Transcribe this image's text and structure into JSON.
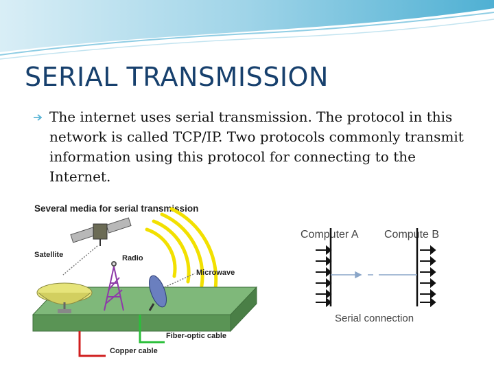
{
  "slide": {
    "title": "SERIAL TRANSMISSION",
    "bullet": "The internet  uses serial transmission. The protocol in this network is called TCP/IP. Two protocols commonly transmit information using this protocol for connecting to the Internet."
  },
  "media_figure": {
    "title": "Several media for serial transmission",
    "labels": {
      "satellite": "Satellite",
      "radio": "Radio",
      "microwave": "Microwave",
      "fiber": "Fiber-optic cable",
      "copper": "Copper cable"
    }
  },
  "serial_figure": {
    "computer_a": "Computer A",
    "computer_b": "Compute B",
    "caption": "Serial connection"
  },
  "colors": {
    "title": "#17406D",
    "wave": "#5BB5D6",
    "fiber": "#2BBF3A",
    "copper": "#D01E1E",
    "tower": "#8E3BA8"
  }
}
